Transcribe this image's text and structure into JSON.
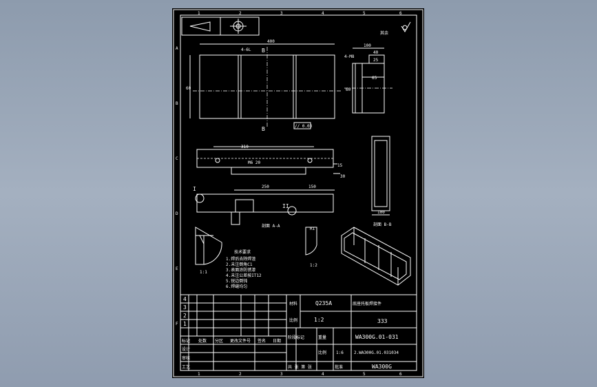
{
  "drawing": {
    "zone_cols_top": [
      "1",
      "2",
      "3",
      "4",
      "5",
      "6"
    ],
    "zone_rows_left": [
      "A",
      "B",
      "C",
      "D",
      "E",
      "F"
    ],
    "zone_cols_bottom": [
      "1",
      "2",
      "3",
      "4",
      "5",
      "6"
    ],
    "roughness_note": "其余",
    "top_view": {
      "dim_length": "400",
      "dim_hole": "4-6L",
      "section_mark_top": "B",
      "section_mark_bottom": "B",
      "tolerance_box": "// 0.03",
      "dim_height": "60"
    },
    "side_view": {
      "dim_top1": "100",
      "dim_top2": "40",
      "dim_label1": "25",
      "dim_label2": "65",
      "dim_left": "4-M8",
      "dim_height": "60"
    },
    "front_view": {
      "dim_a": "310",
      "dim_b": "M6 20",
      "dim_c": "15",
      "dim_d": "30"
    },
    "section_aa": {
      "dim_a": "250",
      "dim_b": "150",
      "label": "A-A",
      "title": "剖面 A-A"
    },
    "section_bb": {
      "dim_bottom": "100",
      "title": "剖面 B-B"
    },
    "detail_i": {
      "label": "I",
      "scale": "1:1"
    },
    "detail_ii": {
      "label": "II",
      "scale": "1:2",
      "dim": "R1"
    },
    "tech_req": {
      "title": "技术要求",
      "lines": [
        "1.焊后去除焊渣",
        "2.未注倒角C1",
        "3.表面涂防锈漆",
        "4.未注公差按IT12",
        "5.锐边倒钝",
        "6.焊缝均匀"
      ]
    }
  },
  "title_block": {
    "rev_rows": [
      "4",
      "3",
      "2",
      "1"
    ],
    "material_label": "材料",
    "material": "Q235A",
    "ratio_label": "比例",
    "ratio": "1:2",
    "part_title": "底座托板焊接件",
    "quantity": "333",
    "drawing_no": "WA300G.01-031",
    "file_no": "2.WA300G.01.031034",
    "product": "WA300G",
    "header_cells": [
      "标记",
      "处数",
      "分区",
      "更改文件号",
      "签名",
      "日期"
    ],
    "row_labels": [
      "设计",
      "审核",
      "工艺"
    ],
    "stage_label": "阶段标记",
    "weight_label": "重量",
    "scale_label": "比例",
    "scale_value": "1:6",
    "sheet_label": "共 张 第 张",
    "approve_label": "批准"
  }
}
